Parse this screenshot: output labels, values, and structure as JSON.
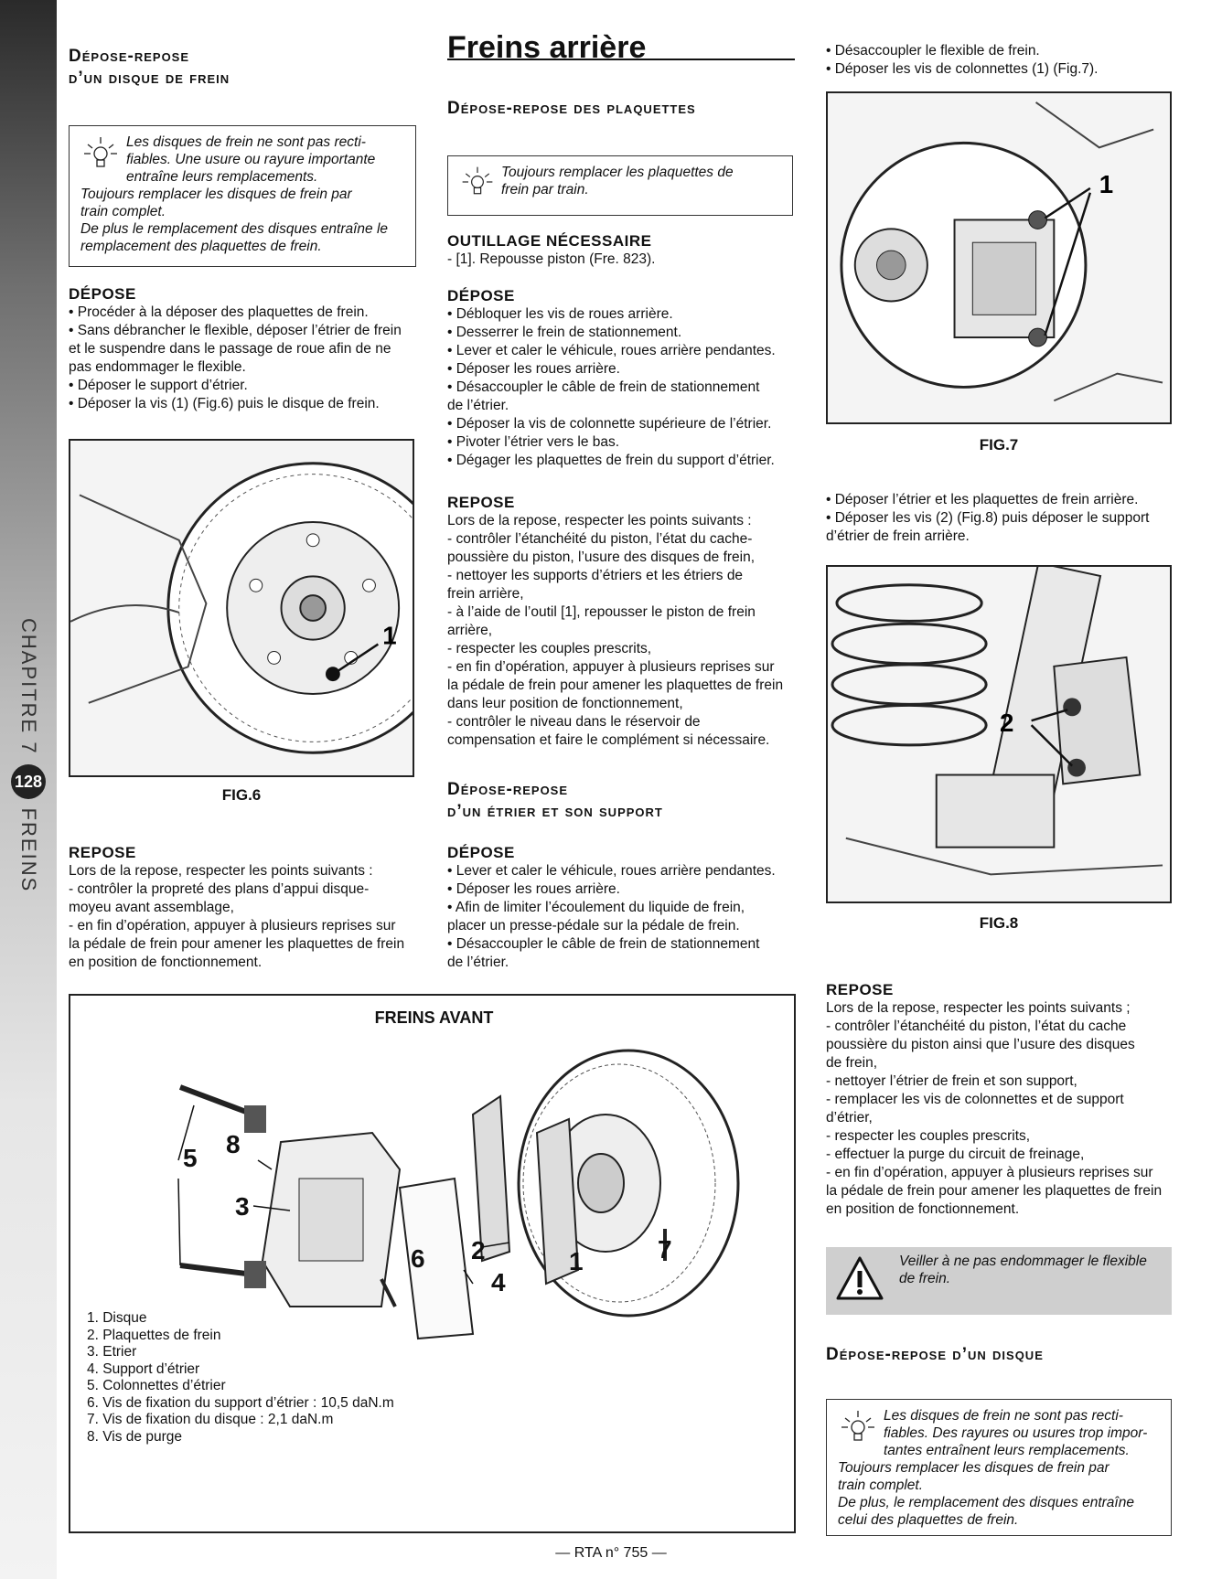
{
  "sidebar": {
    "chapter": "CHAPITRE 7",
    "page_number": "128",
    "section": "FREINS"
  },
  "col1": {
    "title_l1": "Dépose-repose",
    "title_l2": "d’un disque de frein",
    "note": [
      "Les disques de frein ne sont pas recti-",
      "fiables. Une usure ou rayure importante",
      "entraîne leurs remplacements.",
      "Toujours remplacer les disques de frein par",
      "train complet.",
      "De plus le remplacement des disques entraîne le",
      "remplacement des plaquettes de frein."
    ],
    "depose_title": "DÉPOSE",
    "depose": [
      "• Procéder à la déposer des plaquettes de frein.",
      "• Sans débrancher le flexible, déposer l’étrier de frein",
      "et le suspendre dans le passage de roue afin de ne",
      "pas endommager le flexible.",
      "• Déposer le support d’étrier.",
      "• Déposer la vis (1) (Fig.6) puis le disque de frein."
    ],
    "fig_caption": "FIG.6",
    "fig_marker": "1",
    "repose_title": "REPOSE",
    "repose": [
      "Lors de la repose, respecter les points suivants :",
      "- contrôler la propreté des plans d’appui disque-",
      "moyeu avant assemblage,",
      "- en fin d’opération, appuyer à plusieurs reprises sur",
      "la pédale de frein pour amener les plaquettes de frein",
      "en position de fonctionnement."
    ]
  },
  "col2": {
    "main_title": "Freins arrière",
    "sub_title": "Dépose-repose des plaquettes",
    "note": [
      "Toujours remplacer les plaquettes de",
      "frein par train."
    ],
    "outillage_title": "OUTILLAGE NÉCESSAIRE",
    "outillage": "- [1]. Repousse piston (Fre. 823).",
    "depose_title": "DÉPOSE",
    "depose": [
      "• Débloquer les vis de roues arrière.",
      "• Desserrer le frein de stationnement.",
      "• Lever et caler le véhicule, roues arrière pendantes.",
      "• Déposer les roues arrière.",
      "• Désaccoupler le câble de frein de stationnement",
      "de l’étrier.",
      "• Déposer la vis de colonnette supérieure de l’étrier.",
      "• Pivoter l’étrier vers le bas.",
      "• Dégager les plaquettes de frein du support d’étrier."
    ],
    "repose_title": "REPOSE",
    "repose": [
      "Lors de la repose, respecter les points suivants :",
      "- contrôler l’étanchéité du piston, l’état du cache-",
      "poussière du piston, l’usure des disques de frein,",
      "- nettoyer les supports d’étriers et les étriers de",
      "frein arrière,",
      "- à l’aide de l’outil [1], repousser le piston de frein",
      "arrière,",
      "- respecter les couples prescrits,",
      "- en fin d’opération, appuyer à plusieurs reprises sur",
      "la pédale de frein pour amener les plaquettes de frein",
      "dans leur position de fonctionnement,",
      "- contrôler le niveau dans le réservoir de",
      "compensation et faire le complément si nécessaire."
    ],
    "title2_l1": "Dépose-repose",
    "title2_l2": "d’un étrier et son support",
    "depose2_title": "DÉPOSE",
    "depose2": [
      "• Lever et caler le véhicule, roues arrière pendantes.",
      "• Déposer les roues arrière.",
      "• Afin de limiter l’écoulement du liquide de frein,",
      "placer un presse-pédale sur la pédale de frein.",
      "• Désaccoupler le câble de frein de stationnement",
      "de l’étrier."
    ]
  },
  "col3": {
    "intro": [
      "• Désaccoupler le flexible de frein.",
      "• Déposer les vis de colonnettes (1) (Fig.7)."
    ],
    "fig7_caption": "FIG.7",
    "fig7_marker": "1",
    "mid": [
      "• Déposer l’étrier et les plaquettes de frein arrière.",
      "• Déposer les vis (2) (Fig.8) puis déposer le support",
      "d’étrier de frein arrière."
    ],
    "fig8_caption": "FIG.8",
    "fig8_marker": "2",
    "repose_title": "REPOSE",
    "repose": [
      "Lors de la repose, respecter les points suivants ;",
      "- contrôler l’étanchéité du piston, l’état du cache",
      "poussière du piston ainsi que l’usure des disques",
      "de frein,",
      "- nettoyer l’étrier de frein et son support,",
      "- remplacer les vis de colonnettes et de support",
      "d’étrier,",
      "- respecter les couples prescrits,",
      "- effectuer la purge du circuit de freinage,",
      "- en fin d’opération, appuyer à plusieurs reprises sur",
      "la pédale de frein pour amener les plaquettes de frein",
      "en position de fonctionnement."
    ],
    "warning": [
      "Veiller à ne pas endommager le flexible",
      "de frein."
    ],
    "title3": "Dépose-repose d’un disque",
    "note": [
      "Les disques de frein ne sont pas recti-",
      "fiables. Des rayures ou usures trop impor-",
      "tantes entraînent leurs remplacements.",
      "Toujours remplacer les disques de frein par",
      "train complet.",
      "De plus, le remplacement des disques entraîne",
      "celui des plaquettes de frein."
    ]
  },
  "plate": {
    "title": "FREINS AVANT",
    "labels": [
      "1",
      "2",
      "3",
      "4",
      "5",
      "6",
      "7",
      "8"
    ],
    "legend": [
      "1. Disque",
      "2. Plaquettes de frein",
      "3. Etrier",
      "4. Support d’étrier",
      "5. Colonnettes d’étrier",
      "6. Vis de fixation du support d’étrier : 10,5 daN.m",
      "7. Vis de fixation du disque : 2,1 daN.m",
      "8. Vis de purge"
    ]
  },
  "footer": "— RTA n° 755 —"
}
